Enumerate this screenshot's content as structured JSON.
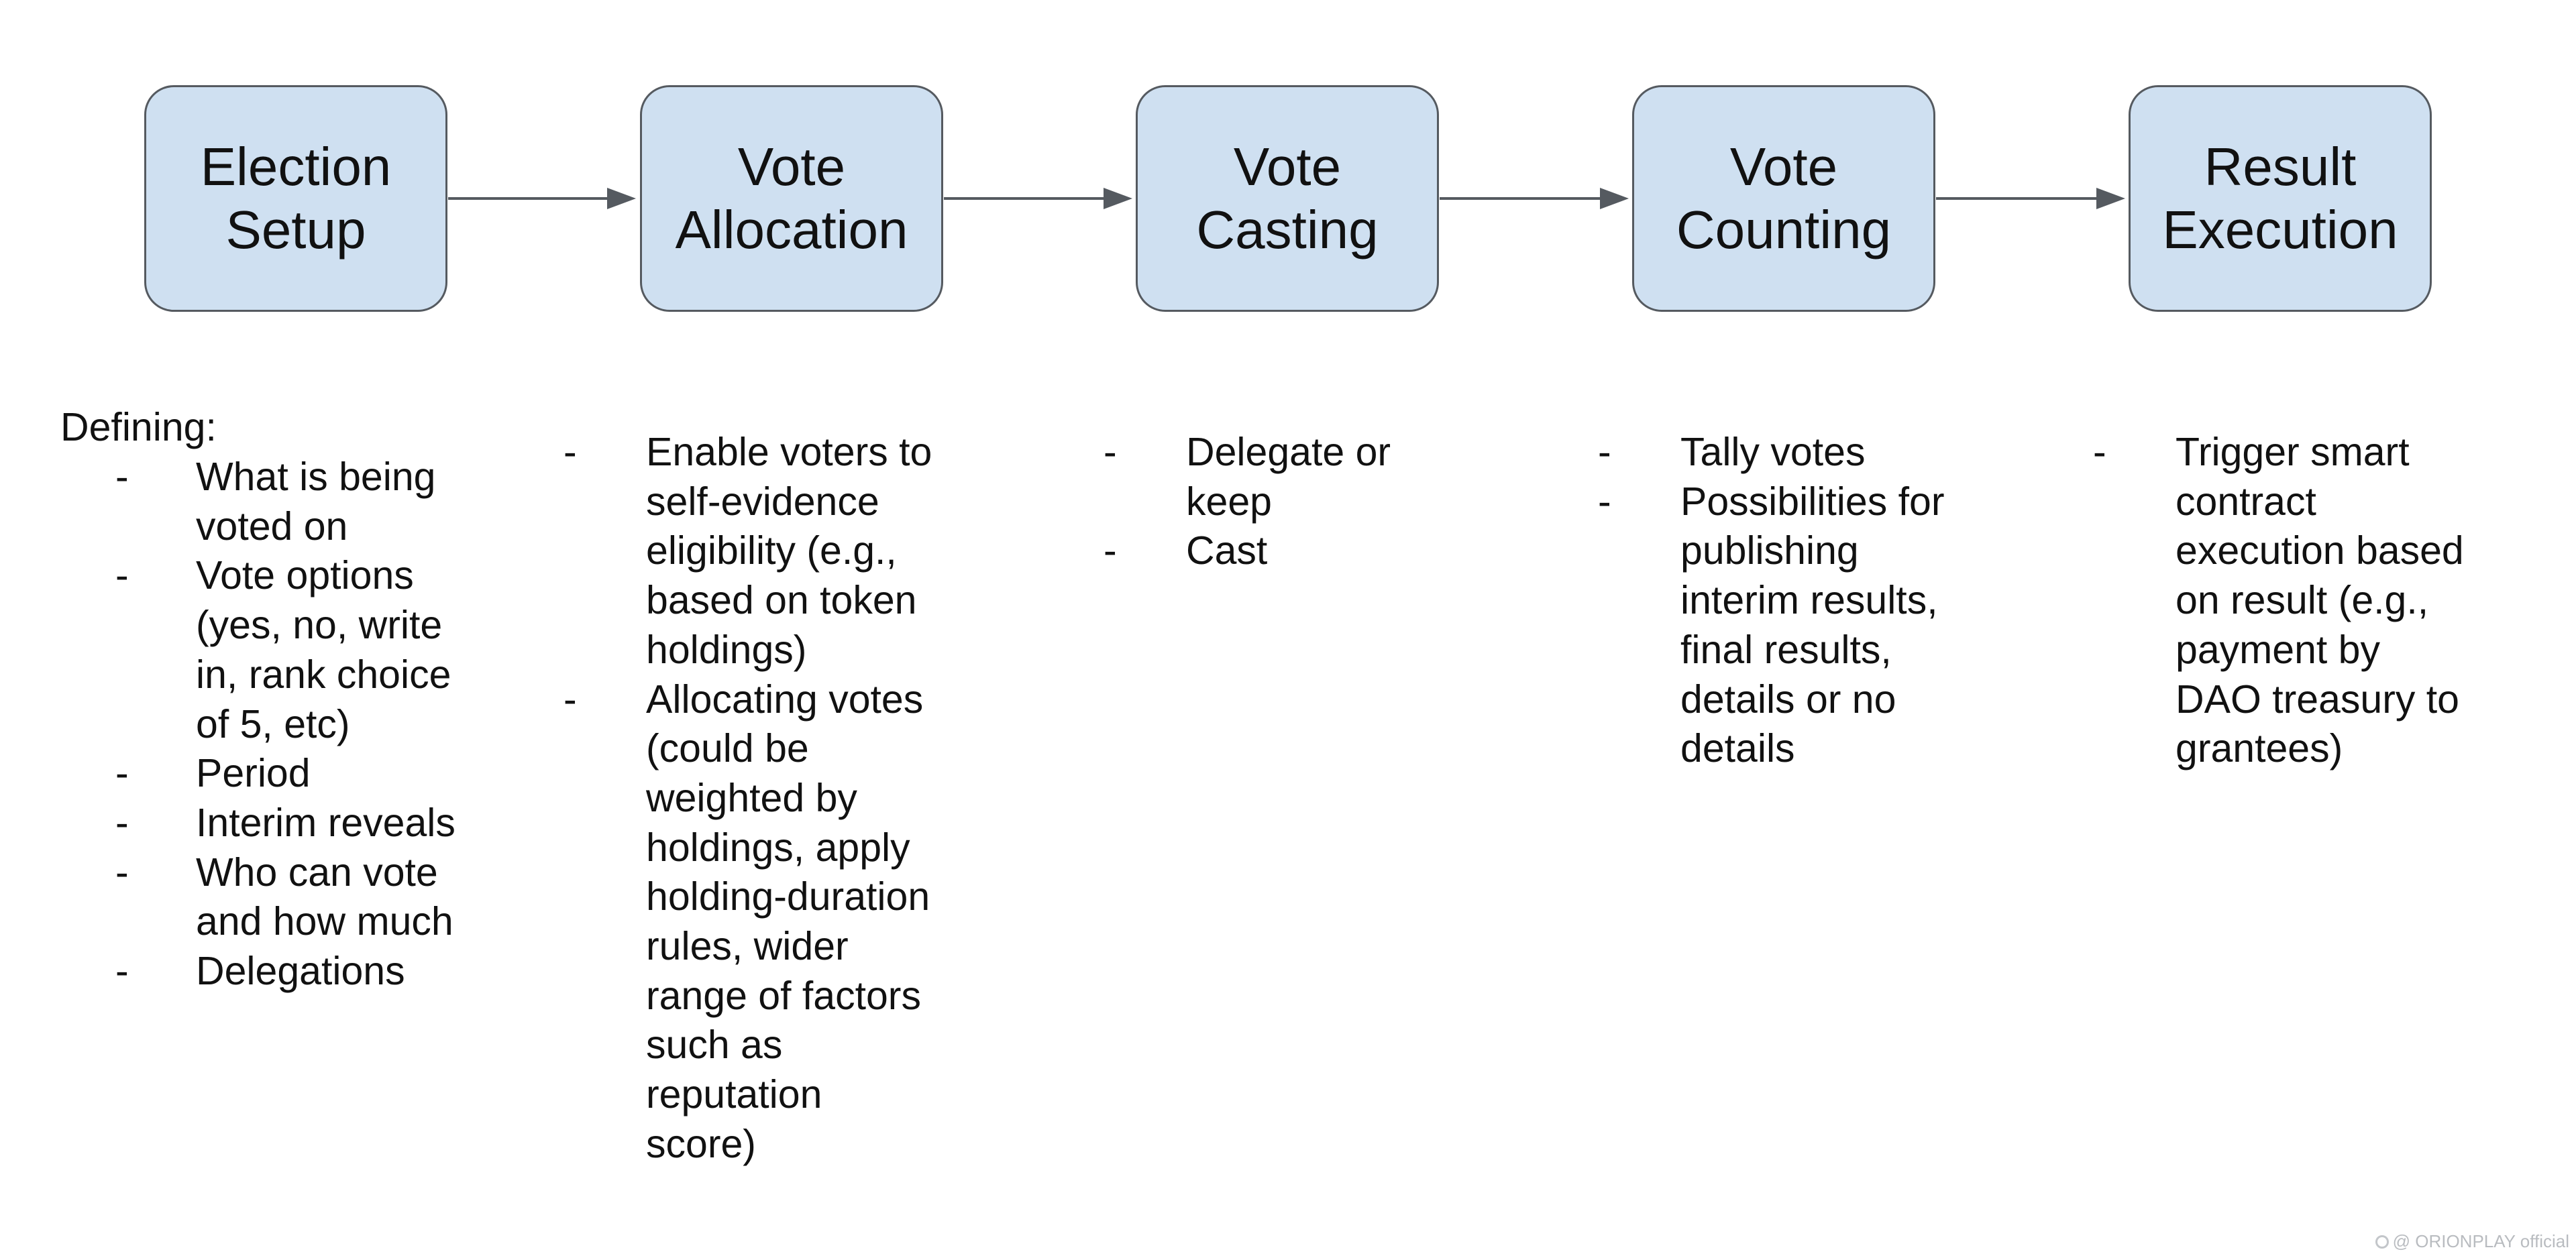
{
  "colors": {
    "box_fill": "#cfe0f1",
    "box_border": "#555a60",
    "arrow": "#555a60",
    "text": "#111111"
  },
  "stages": [
    {
      "title": "Election\nSetup"
    },
    {
      "title": "Vote\nAllocation"
    },
    {
      "title": "Vote\nCasting"
    },
    {
      "title": "Vote\nCounting"
    },
    {
      "title": "Result\nExecution"
    }
  ],
  "details": [
    {
      "heading": "Defining:",
      "items": [
        "What is being\nvoted on",
        "Vote options\n(yes, no, write\nin, rank choice\nof 5, etc)",
        "Period",
        "Interim reveals",
        "Who can vote\nand how much",
        "Delegations"
      ]
    },
    {
      "items": [
        "Enable voters to\nself-evidence\neligibility (e.g.,\nbased on token\nholdings)",
        "Allocating votes\n(could be\nweighted by\nholdings, apply\nholding-duration\nrules, wider\nrange of factors\nsuch as\nreputation\nscore)"
      ]
    },
    {
      "items": [
        "Delegate or\nkeep",
        "Cast"
      ]
    },
    {
      "items": [
        "Tally votes",
        "Possibilities for\npublishing\ninterim results,\nfinal results,\ndetails or no\ndetails"
      ]
    },
    {
      "items": [
        "Trigger smart\ncontract\nexecution based\non result (e.g.,\npayment by\nDAO treasury to\ngrantees)"
      ]
    }
  ],
  "bullet": "-",
  "watermark": "@ ORIONPLAY official"
}
